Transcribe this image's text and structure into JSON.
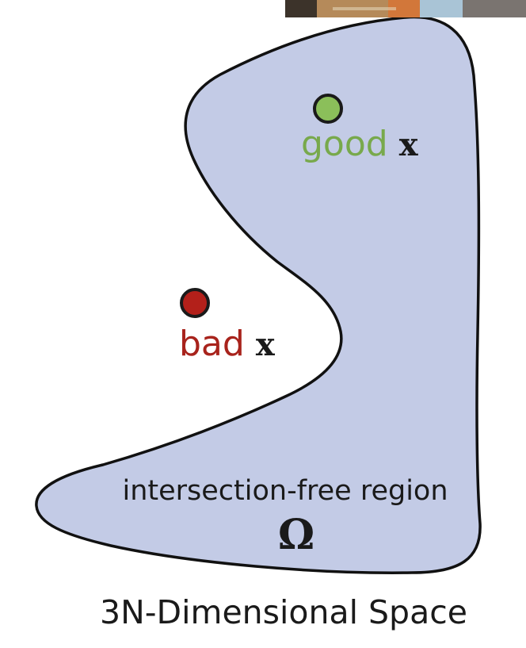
{
  "diagram": {
    "region_label": "intersection-free region",
    "region_symbol": "Ω",
    "good_word": "good",
    "bad_word": "bad",
    "variable": "x",
    "space_label": "3N-Dimensional Space"
  },
  "colors": {
    "region_fill": "#c3cbe6",
    "region_stroke": "#111111",
    "good_point": "#8bbf5a",
    "good_text": "#78a94c",
    "bad_point": "#b3201a",
    "bad_text": "#a8231c",
    "text": "#1a1a1a"
  }
}
